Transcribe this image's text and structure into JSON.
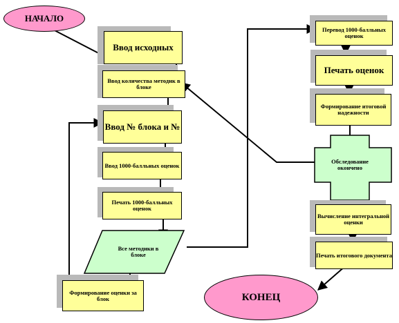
{
  "start": "НАЧАЛО",
  "end": "КОНЕЦ",
  "left": {
    "input_source": "Ввод исходных",
    "input_count": "Ввод количества методик в блоке",
    "input_block": "Ввод № блока и №",
    "input_scores": "Ввод 1000-балльных оценок",
    "print_scores": "Печать 1000-балльных оценок",
    "decision": "Все методики в блоке",
    "form_block": "Формирование оценки за блок"
  },
  "right": {
    "convert": "Перевод 1000-балльных оценок",
    "print": "Печать оценок",
    "form_final": "Формирование итоговой надежности",
    "decision": "Обследование окончено",
    "compute": "Вычисление интегральной оценки",
    "print_doc": "Печать итогового документа"
  },
  "colors": {
    "process": "#ffff99",
    "decision": "#ccffcc",
    "terminal": "#ff99cc",
    "shadow": "#b9b9b9"
  }
}
